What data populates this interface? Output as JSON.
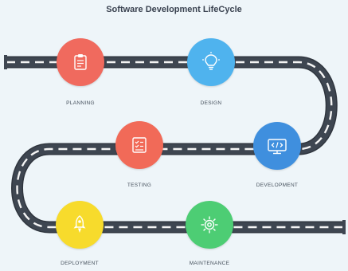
{
  "title": "Software Development LifeCycle",
  "stages": [
    {
      "label": "PLANNING",
      "icon": "planning-icon",
      "color": "#f06a5e"
    },
    {
      "label": "DESIGN",
      "icon": "lightbulb-icon",
      "color": "#4fb3ee"
    },
    {
      "label": "DEVELOPMENT",
      "icon": "monitor-code-icon",
      "color": "#3f8fde"
    },
    {
      "label": "TESTING",
      "icon": "testing-icon",
      "color": "#f16a58"
    },
    {
      "label": "DEPLOYMENT",
      "icon": "rocket-icon",
      "color": "#f7db2c"
    },
    {
      "label": "MAINTENANCE",
      "icon": "gear-icon",
      "color": "#4dcd74"
    }
  ],
  "colors": {
    "road": "#3e4651",
    "road_edge": "#2f353e",
    "lane_marking": "#f4f4f4",
    "background": "#eef5f9"
  }
}
